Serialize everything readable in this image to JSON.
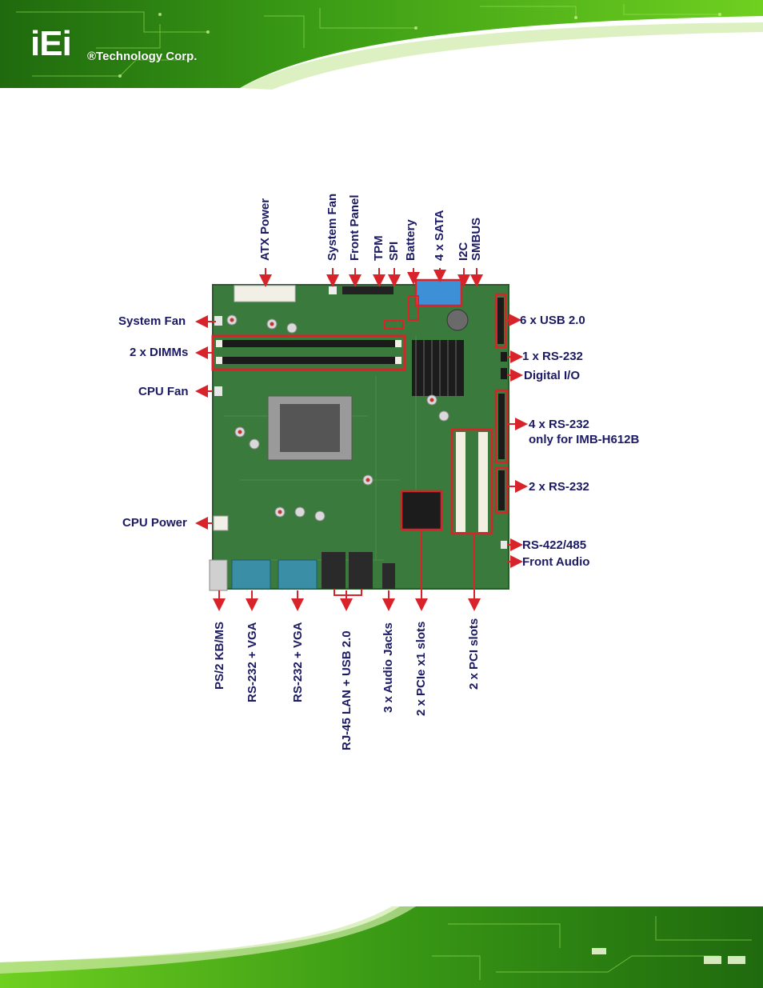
{
  "header": {
    "logo_mark": "iEi",
    "logo_text": "®Technology Corp."
  },
  "colors": {
    "accent_green": "#6ecb1a",
    "label_navy": "#1b1a63",
    "callout_red": "#d8232a",
    "board_green": "#3a7a3c"
  },
  "labels_top": [
    {
      "text": "ATX Power"
    },
    {
      "text": "System Fan"
    },
    {
      "text": "Front Panel"
    },
    {
      "text": "TPM"
    },
    {
      "text": "SPI"
    },
    {
      "text": "Battery"
    },
    {
      "text": "4 x SATA"
    },
    {
      "text": "I2C"
    },
    {
      "text": "SMBUS"
    }
  ],
  "labels_left": [
    {
      "text": "System Fan"
    },
    {
      "text": "2 x DIMMs"
    },
    {
      "text": "CPU Fan"
    },
    {
      "text": "CPU Power"
    }
  ],
  "labels_right": [
    {
      "text": "6 x USB 2.0"
    },
    {
      "text": "1 x RS-232"
    },
    {
      "text": "Digital I/O"
    },
    {
      "text": "4 x RS-232"
    },
    {
      "text": "only for IMB-H612B"
    },
    {
      "text": "2 x RS-232"
    },
    {
      "text": "RS-422/485"
    },
    {
      "text": "Front Audio"
    }
  ],
  "labels_bottom": [
    {
      "text": "PS/2 KB/MS"
    },
    {
      "text": "RS-232 + VGA"
    },
    {
      "text": "RS-232 + VGA"
    },
    {
      "text": "RJ-45  LAN + USB 2.0"
    },
    {
      "text": "3 x Audio Jacks"
    },
    {
      "text": "2 x PCIe x1 slots"
    },
    {
      "text": "2 x PCI slots"
    }
  ]
}
